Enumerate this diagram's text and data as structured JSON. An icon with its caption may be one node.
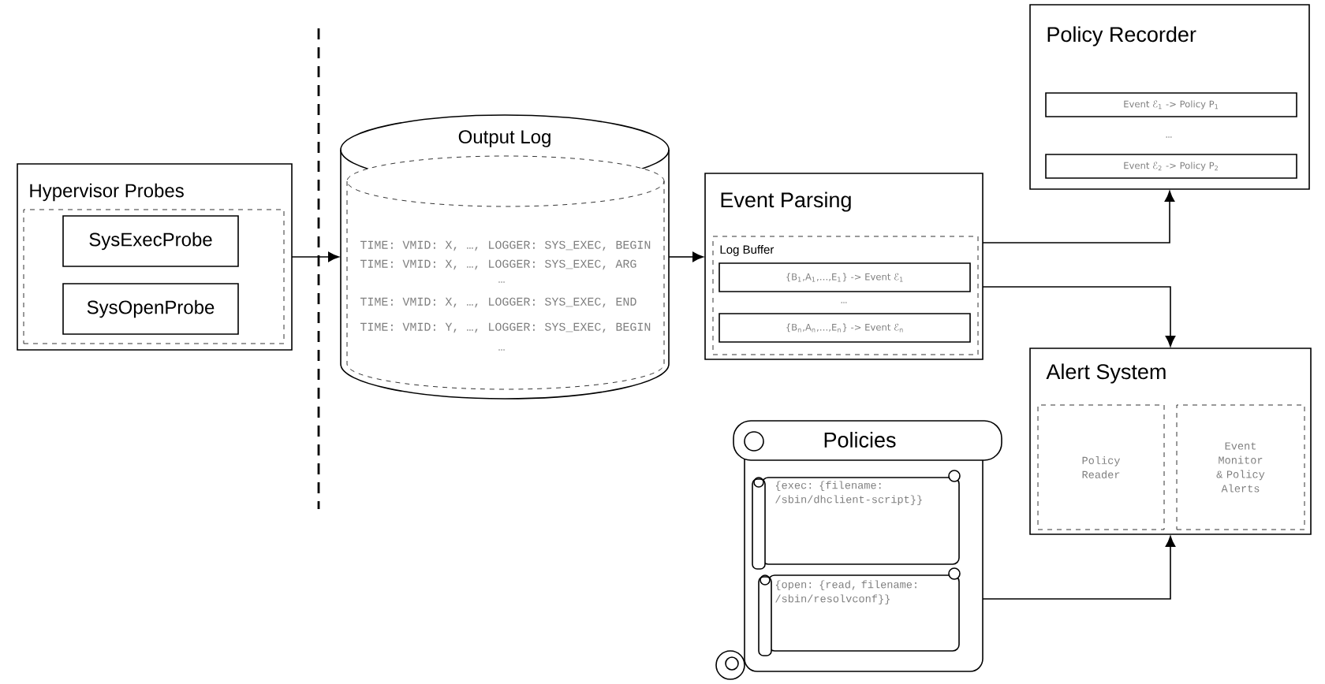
{
  "diagram": {
    "nodes": [
      {
        "text": [
          "Hypervisor Probes"
        ]
      },
      {
        "text": [],
        "shape": "box",
        "in": 0
      },
      {
        "text": [
          "SysExecProbe"
        ],
        "in": 1
      },
      {
        "text": [
          "SysOpenProbe"
        ],
        "in": 1
      },
      {
        "text": [
          "Output Log"
        ]
      },
      {
        "text": [
          "TIME: VMID: X, …, LOGGER: SYS_EXEC, BEGIN",
          "TIME: VMID: X, …, LOGGER: SYS_EXEC, ARG",
          "…",
          "TIME: VMID: X, …, LOGGER: SYS_EXEC, END",
          "TIME: VMID: Y, …, LOGGER: SYS_EXEC, BEGIN",
          "…"
        ],
        "in": 4
      },
      {
        "text": [
          "Event Parsing"
        ]
      },
      {
        "text": [
          "Log Buffer",
          "…"
        ],
        "in": 6
      },
      {
        "text": [
          "{B$_{1}$,A$_{1}$,…,E$_{1}$} -> Event ℰ$_{1}$"
        ],
        "in": 7
      },
      {
        "text": [
          "{B$_{n}$,A$_{n}$,…,E$_{n}$} -> Event ℰ$_{n}$"
        ],
        "in": 7
      },
      {
        "text": [
          "Policy Recorder",
          "…"
        ]
      },
      {
        "text": [
          "Event ℰ$_{1}$ -> Policy P$_{1}$"
        ],
        "in": 10
      },
      {
        "text": [
          "Event ℰ$_{2}$ -> Policy P$_{2}$"
        ],
        "in": 10
      },
      {
        "text": [
          "Alert System"
        ]
      },
      {
        "text": [
          "Policy Reader"
        ],
        "in": 13
      },
      {
        "text": [
          "Event Monitor & Policy Alerts"
        ],
        "in": 13
      },
      {
        "text": [
          "Policies"
        ]
      },
      {
        "text": [
          "{exec: {filename: /sbin/dhclient-script}}"
        ],
        "in": 16
      },
      {
        "text": [
          "{open: {read, filename: /sbin/resolvconf}}"
        ],
        "in": 16
      }
    ],
    "edges": [
      {
        "from": 0,
        "to": 4,
        "arrow": "to"
      },
      {
        "from": 4,
        "to": 6,
        "arrow": "to"
      },
      {
        "from": 6,
        "to": 10,
        "arrow": "to"
      },
      {
        "from": 6,
        "to": 13,
        "arrow": "to"
      },
      {
        "from": 16,
        "to": 13,
        "arrow": "to"
      }
    ]
  }
}
